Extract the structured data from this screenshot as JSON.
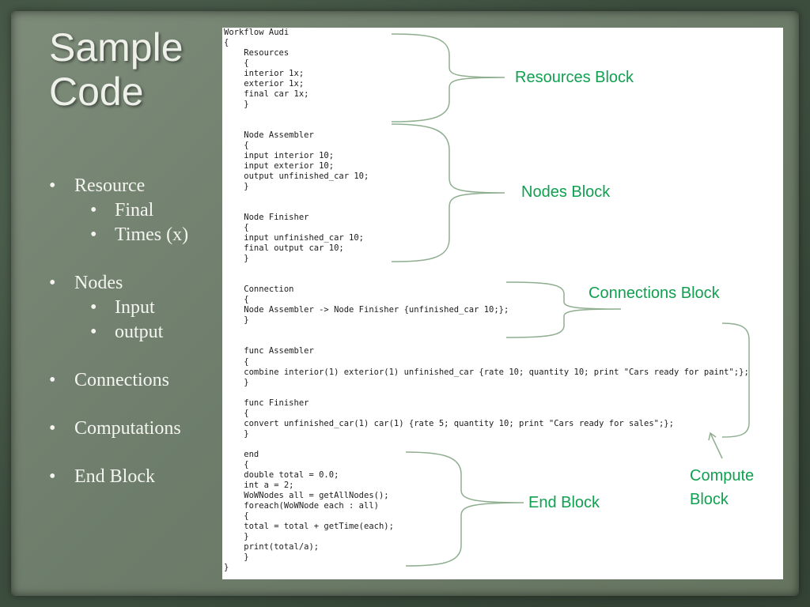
{
  "slide": {
    "title": "Sample\nCode",
    "bullets": [
      {
        "label": "Resource",
        "sub": [
          "Final",
          "Times (x)"
        ]
      },
      {
        "label": "Nodes",
        "sub": [
          "Input",
          "output"
        ]
      },
      {
        "label": "Connections",
        "sub": []
      },
      {
        "label": "Computations",
        "sub": []
      },
      {
        "label": "End Block",
        "sub": []
      }
    ]
  },
  "code": "Workflow Audi\n{\n    Resources\n    {\n    interior 1x;\n    exterior 1x;\n    final car 1x;\n    }\n\n\n    Node Assembler\n    {\n    input interior 10;\n    input exterior 10;\n    output unfinished_car 10;\n    }\n\n\n    Node Finisher\n    {\n    input unfinished_car 10;\n    final output car 10;\n    }\n\n\n    Connection\n    {\n    Node Assembler -> Node Finisher {unfinished_car 10;};\n    }\n\n\n    func Assembler\n    {\n    combine interior(1) exterior(1) unfinished_car {rate 10; quantity 10; print \"Cars ready for paint\";};\n    }\n\n    func Finisher\n    {\n    convert unfinished_car(1) car(1) {rate 5; quantity 10; print \"Cars ready for sales\";};\n    }\n\n    end\n    {\n    double total = 0.0;\n    int a = 2;\n    WoWNodes all = getAllNodes();\n    foreach(WoWNode each : all)\n    {\n    total = total + getTime(each);\n    }\n    print(total/a);\n    }\n}",
  "annotations": {
    "resources": "Resources Block",
    "nodes": "Nodes Block",
    "connections": "Connections Block",
    "compute": "Compute\nBlock",
    "end": "End Block"
  },
  "colors": {
    "annotation": "#10a050",
    "brace": "#8fae8f",
    "slide_text": "#f4f5f0"
  }
}
